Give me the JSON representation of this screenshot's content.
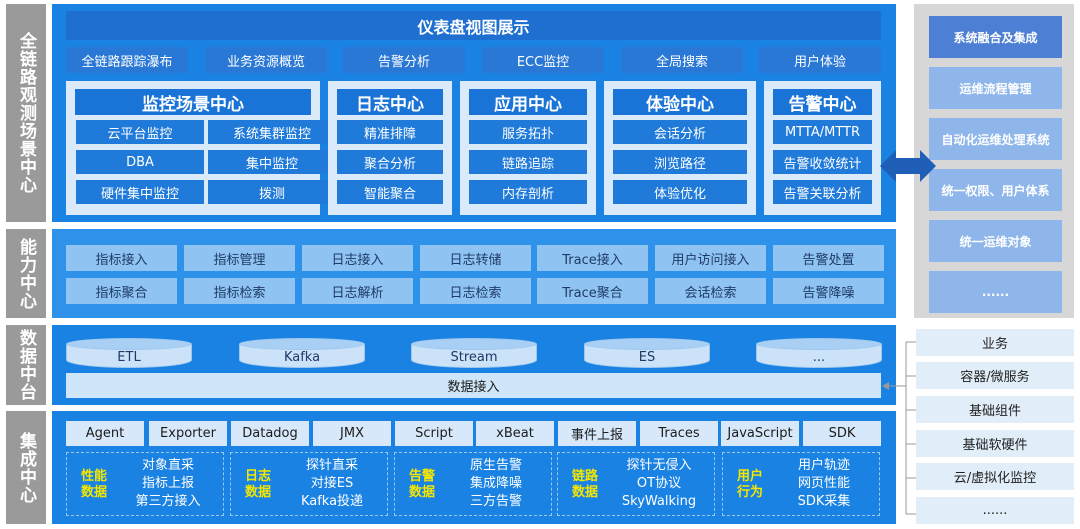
{
  "side_labels": {
    "l1": "全链路观测场景中心",
    "l2": "能力中心",
    "l3": "数据中台",
    "l4": "集成中心"
  },
  "dashboard": {
    "title": "仪表盘视图展示",
    "tabs": [
      "全链路跟踪瀑布",
      "业务资源概览",
      "告警分析",
      "ECC监控",
      "全局搜索",
      "用户体验"
    ]
  },
  "panels": [
    {
      "title": "监控场景中心",
      "items": [
        "云平台监控",
        "系统集群监控",
        "DBA",
        "集中监控",
        "硬件集中监控",
        "拨测"
      ]
    },
    {
      "title": "日志中心",
      "items": [
        "精准排障",
        "聚合分析",
        "智能聚合"
      ]
    },
    {
      "title": "应用中心",
      "items": [
        "服务拓扑",
        "链路追踪",
        "内存剖析"
      ]
    },
    {
      "title": "体验中心",
      "items": [
        "会话分析",
        "浏览路径",
        "体验优化"
      ]
    },
    {
      "title": "告警中心",
      "items": [
        "MTTA/MTTR",
        "告警收敛统计",
        "告警关联分析"
      ]
    }
  ],
  "capabilities": {
    "row1": [
      "指标接入",
      "指标管理",
      "日志接入",
      "日志转储",
      "Trace接入",
      "用户访问接入",
      "告警处置"
    ],
    "row2": [
      "指标聚合",
      "指标检索",
      "日志解析",
      "日志检索",
      "Trace聚合",
      "会话检索",
      "告警降噪"
    ]
  },
  "data_platform": {
    "cylinders": [
      "ETL",
      "Kafka",
      "Stream",
      "ES",
      "..."
    ],
    "ingest": "数据接入"
  },
  "integration": {
    "items": [
      "Agent",
      "Exporter",
      "Datadog",
      "JMX",
      "Script",
      "xBeat",
      "事件上报",
      "Traces",
      "JavaScript",
      "SDK"
    ],
    "groups": [
      {
        "label1": "性能",
        "label2": "数据",
        "lines": [
          "对象直采",
          "指标上报",
          "第三方接入"
        ]
      },
      {
        "label1": "日志",
        "label2": "数据",
        "lines": [
          "探针直采",
          "对接ES",
          "Kafka投递"
        ]
      },
      {
        "label1": "告警",
        "label2": "数据",
        "lines": [
          "原生告警",
          "集成降噪",
          "三方告警"
        ]
      },
      {
        "label1": "链路",
        "label2": "数据",
        "lines": [
          "探针无侵入",
          "OT协议",
          "SkyWalking"
        ]
      },
      {
        "label1": "用户",
        "label2": "行为",
        "lines": [
          "用户轨迹",
          "网页性能",
          "SDK采集"
        ]
      }
    ]
  },
  "right_panel": {
    "items": [
      "系统融合及集成",
      "运维流程管理",
      "自动化运维处理系统",
      "统一权限、用户体系",
      "统一运维对象",
      "......"
    ]
  },
  "bottom_list": {
    "items": [
      "业务",
      "容器/微服务",
      "基础组件",
      "基础软硬件",
      "云/虚拟化监控",
      "......"
    ]
  },
  "colors": {
    "band": "#1a82e3",
    "label_gray": "#9a9a9a",
    "highlight_yellow": "#f3e600"
  }
}
